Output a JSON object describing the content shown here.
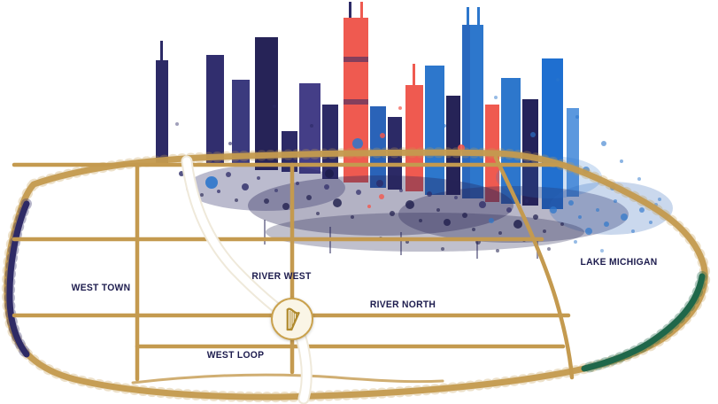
{
  "map": {
    "labels": {
      "west_town": "WEST TOWN",
      "river_west": "RIVER WEST",
      "river_north": "RIVER NORTH",
      "west_loop": "WEST LOOP",
      "lake_michigan": "LAKE MICHIGAN"
    },
    "marker": {
      "icon": "guinness-harp-icon"
    },
    "colors": {
      "road_gold": "#c49a4f",
      "outline_navy": "#2e2a66",
      "outline_green": "#20684a",
      "skyline_navy": "#2c2a66",
      "skyline_dark_navy": "#1c1b4a",
      "skyline_blue": "#2d77cc",
      "skyline_coral": "#f2574d",
      "marker_cream": "#faf5e6",
      "harp_gold": "#b08a2e",
      "label_ink": "#1d1c4e"
    }
  }
}
